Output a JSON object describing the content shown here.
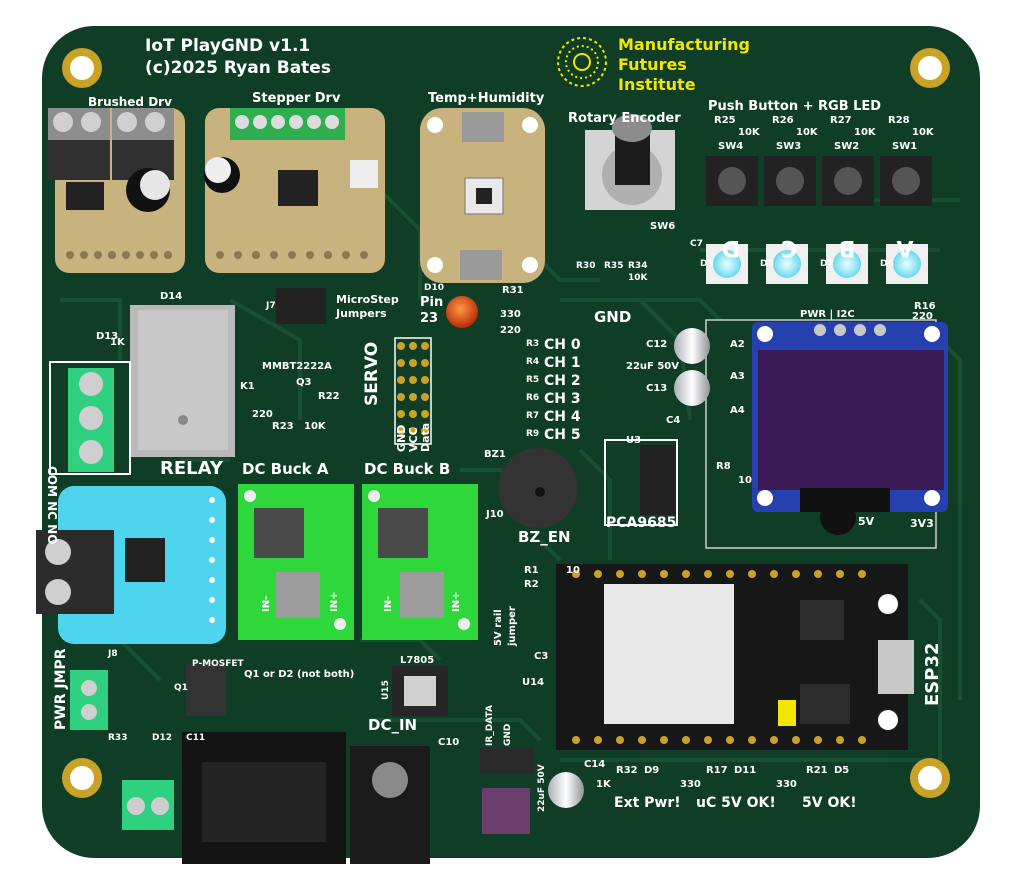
{
  "board": {
    "title": "IoT PlayGND v1.1",
    "copyright": "(c)2025 Ryan Bates",
    "institute": [
      "Manufacturing",
      "Futures",
      "Institute"
    ],
    "colors": {
      "pcb": "#0f3d26",
      "pcb_dark": "#0a2e1c",
      "silk": "#ffffff",
      "logo": "#f2e600",
      "gold": "#c9a227",
      "module_tan": "#c8b27d",
      "dc_buck": "#2fd83a",
      "current_sensor": "#4fd4ee",
      "oled_frame": "#2740b0",
      "oled_screen": "#3b1b55"
    }
  },
  "modules": {
    "brushed_drv": "Brushed Drv",
    "stepper_drv": "Stepper Drv",
    "temp_humidity": "Temp+Humidity",
    "rotary_encoder": "Rotary Encoder",
    "push_button_rgb": "Push Button + RGB LED",
    "dc_buck_a": "DC Buck A",
    "dc_buck_b": "DC Buck B",
    "relay": "RELAY",
    "servo": "SERVO",
    "pca": "PCA9685",
    "esp32": "ESP32",
    "pwr_i2c": "PWR | I2C",
    "microstep": [
      "MicroStep",
      "Jumpers"
    ],
    "pin23": [
      "Pin",
      "23"
    ],
    "gnd": "GND",
    "bz_en": "BZ_EN",
    "dc_in": "DC_IN",
    "pwr_jmpr": "PWR JMPR",
    "five_v_rail": [
      "5V rail",
      "jumper"
    ],
    "p_mosfet": "P-MOSFET",
    "q1_or_d2": "Q1 or D2 (not both)",
    "ir_data": [
      "IR_DATA",
      "GND"
    ],
    "ext_pwr": "Ext Pwr!",
    "uc_5v_ok": "uC 5V OK!",
    "five_v_ok": "5V OK!",
    "relay_terms": "COM NC NO",
    "servo_pins": [
      "Data",
      "VCC",
      "GND"
    ],
    "a_pins": [
      "A2",
      "A3",
      "A4"
    ],
    "v5": "5V",
    "v3v3": "3V3",
    "in_minus": "IN-",
    "in_plus": "IN+"
  },
  "buttons": [
    {
      "letter": "D",
      "sw": "SW4",
      "r": "R25",
      "val": "10K",
      "led": "D3"
    },
    {
      "letter": "C",
      "sw": "SW3",
      "r": "R26",
      "val": "10K",
      "led": "D8"
    },
    {
      "letter": "B",
      "sw": "SW2",
      "r": "R27",
      "val": "10K",
      "led": "D7"
    },
    {
      "letter": "A",
      "sw": "SW1",
      "r": "R28",
      "val": "10K",
      "led": "D6"
    }
  ],
  "servo_channels": [
    "CH 0",
    "CH 1",
    "CH 2",
    "CH 3",
    "CH 4",
    "CH 5"
  ],
  "servo_resistors": [
    "R3",
    "R4",
    "R5",
    "R6",
    "R7",
    "R9"
  ],
  "refs": {
    "d14": "D14",
    "d13": "D13",
    "k1": "K1",
    "q3": "Q3",
    "mmbt": "MMBT2222A",
    "r22": "R22",
    "r23": "R23",
    "v220": "220",
    "v10k": "10K",
    "v1k": "1K",
    "d10": "D10",
    "r31": "R31",
    "v330": "330",
    "j7": "J7",
    "bz1": "BZ1",
    "j10": "J10",
    "r1": "R1",
    "r2": "R2",
    "c12": "C12",
    "c13": "C13",
    "cap_22uf": "22uF 50V",
    "c4": "C4",
    "u3": "U3",
    "c7": "C7",
    "sw6": "SW6",
    "r30": "R30",
    "r35": "R35",
    "r34": "R34",
    "v10k_b": "10K",
    "r16": "R16",
    "r8": "R8",
    "v10": "10",
    "u15": "U15",
    "l7805": "L7805",
    "u14": "U14",
    "c3": "C3",
    "c10": "C10",
    "c14": "C14",
    "c11": "C11",
    "d12": "D12",
    "r33": "R33",
    "q1": "Q1",
    "j8": "J8",
    "r32": "R32",
    "d9": "D9",
    "r17": "R17",
    "d11": "D11",
    "r21": "R21",
    "d5": "D5",
    "v10_b": "10"
  }
}
